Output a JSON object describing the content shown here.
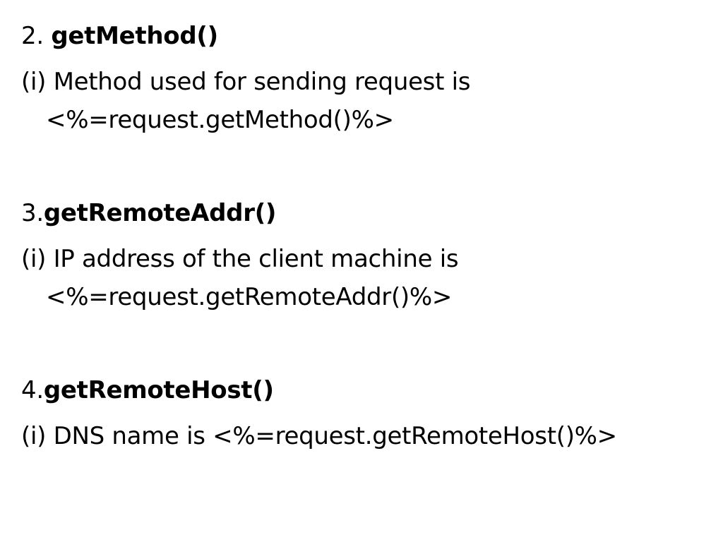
{
  "sections": [
    {
      "number": "2. ",
      "title": "getMethod()",
      "desc_line1": "(i) Method used for sending request is",
      "desc_line2": "<%=request.getMethod()%>"
    },
    {
      "number": "3.",
      "title": "getRemoteAddr()",
      "desc_line1": "(i) IP address of the client machine is",
      "desc_line2": "<%=request.getRemoteAddr()%>"
    },
    {
      "number": "4.",
      "title": "getRemoteHost()",
      "desc_line1": "(i) DNS name is <%=request.getRemoteHost()%>"
    }
  ]
}
